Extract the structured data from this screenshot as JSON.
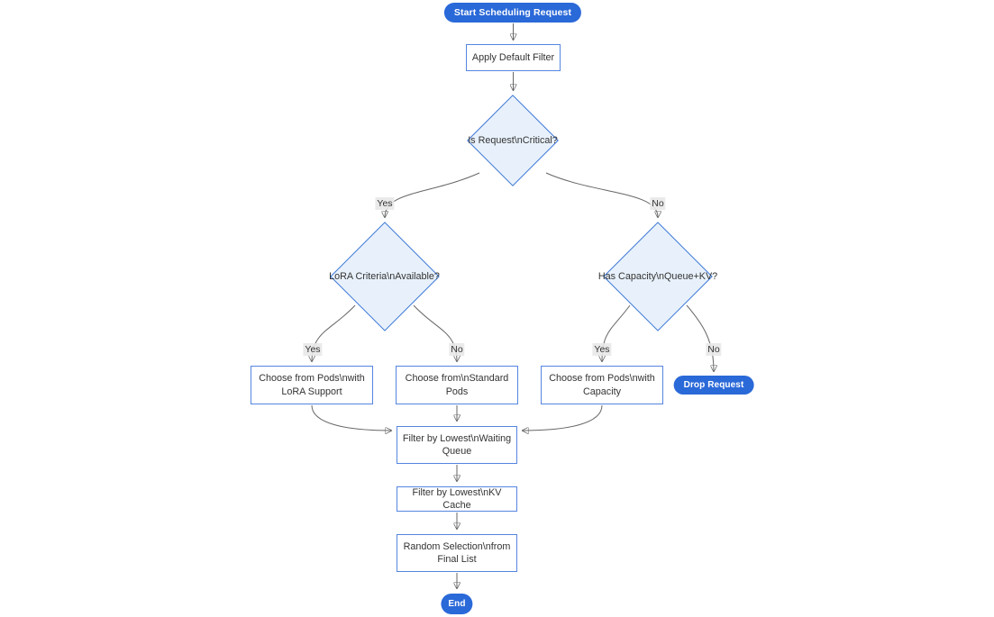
{
  "nodes": {
    "start": "Start Scheduling Request",
    "apply_filter": "Apply Default Filter",
    "is_critical": "Is Request\\nCritical?",
    "lora_criteria": "LoRA Criteria\\nAvailable?",
    "has_capacity": "Has Capacity\\nQueue+KV?",
    "choose_lora": "Choose from Pods\\nwith LoRA Support",
    "choose_standard": "Choose from\\nStandard Pods",
    "choose_capacity": "Choose from Pods\\nwith Capacity",
    "drop_request": "Drop Request",
    "filter_queue": "Filter by Lowest\\nWaiting Queue",
    "filter_kv": "Filter by Lowest\\nKV Cache",
    "random_selection": "Random Selection\\nfrom Final List",
    "end": "End"
  },
  "edge_labels": {
    "critical_yes": "Yes",
    "critical_no": "No",
    "lora_yes": "Yes",
    "lora_no": "No",
    "capacity_yes": "Yes",
    "capacity_no": "No"
  },
  "colors": {
    "terminal_fill": "#2a69d8",
    "terminal_text": "#ffffff",
    "decision_fill": "#e8f1fb",
    "decision_border": "#3b76d8",
    "process_fill": "#ffffff",
    "process_border": "#5585e0",
    "node_text": "#333333",
    "edge_line": "#666666",
    "arrowhead": "#333333",
    "edge_label_bg": "#e8e8e8"
  }
}
